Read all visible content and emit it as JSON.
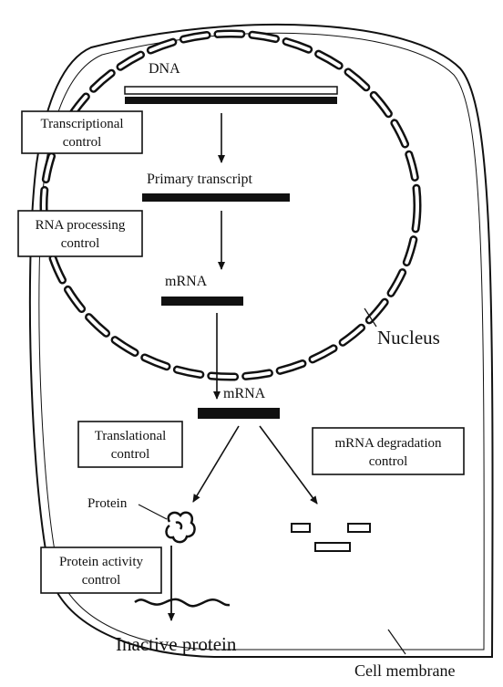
{
  "labels": {
    "dna": "DNA",
    "primary_transcript": "Primary transcript",
    "mrna_nucleus": "mRNA",
    "mrna_cytoplasm": "mRNA",
    "nucleus": "Nucleus",
    "protein": "Protein",
    "inactive_protein": "Inactive protein",
    "cell_membrane": "Cell membrane"
  },
  "controls": {
    "transcriptional": [
      "Transcriptional",
      "control"
    ],
    "rna_processing": [
      "RNA processing",
      "control"
    ],
    "translational": [
      "Translational",
      "control"
    ],
    "mrna_degradation": [
      "mRNA degradation",
      "control"
    ],
    "protein_activity": [
      "Protein activity",
      "control"
    ]
  },
  "colors": {
    "ink": "#111111",
    "paper": "#ffffff"
  }
}
